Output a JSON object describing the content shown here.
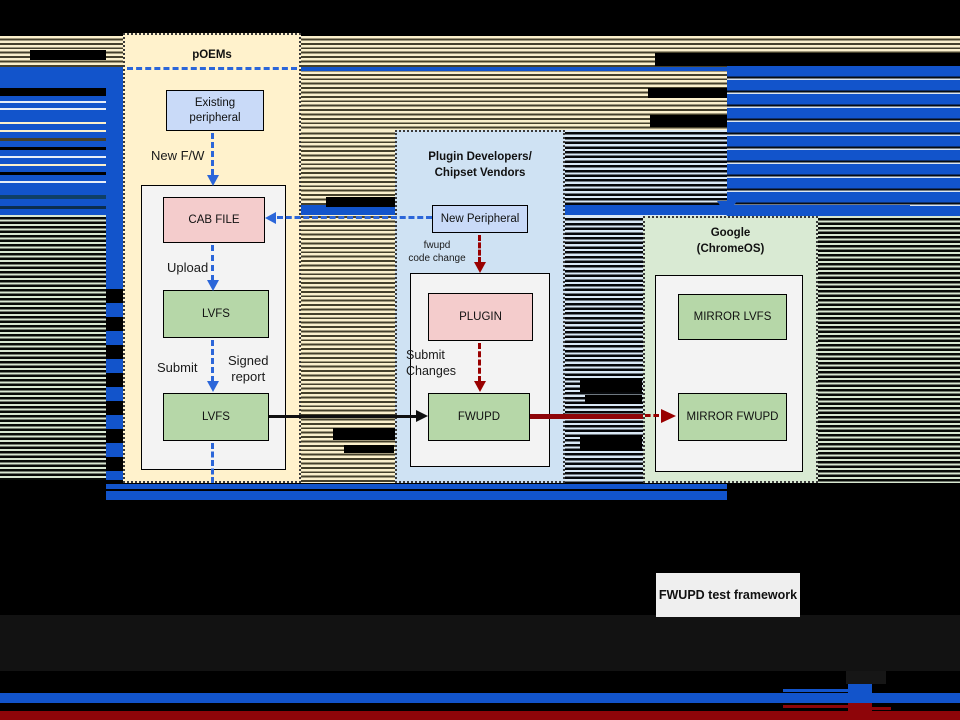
{
  "diagram": {
    "panels": {
      "poems": {
        "title": "pOEMs"
      },
      "plugins": {
        "title": "Plugin Developers/\nChipset Vendors"
      },
      "google": {
        "title": "Google\n(ChromeOS)"
      }
    },
    "nodes": {
      "existing_peripheral": "Existing\nperipheral",
      "cab_file": "CAB FILE",
      "lvfs_upper": "LVFS",
      "lvfs_lower": "LVFS",
      "new_peripheral": "New Peripheral",
      "plugin": "PLUGIN",
      "fwupd": "FWUPD",
      "mirror_lvfs": "MIRROR LVFS",
      "mirror_fwupd": "MIRROR FWUPD",
      "test_framework": "FWUPD test framework"
    },
    "edge_labels": {
      "new_fw": "New F/W",
      "upload": "Upload",
      "submit": "Submit",
      "signed_report": "Signed\nreport",
      "fwupd_code_change": "fwupd\ncode change",
      "submit_changes": "Submit\nChanges"
    }
  },
  "colors": {
    "accent_blue_band": "#1254cb",
    "dashed_arrow_blue": "#2b66d9",
    "dashed_arrow_red": "#990000",
    "bottom_band_red": "#8e0509",
    "panel_cream": "#fff2cc",
    "panel_light_blue": "#cfe2f3",
    "panel_light_green": "#d9ead3",
    "node_blue": "#c9daf8",
    "node_pink": "#f4cccc",
    "node_green": "#b6d7a8",
    "container_gray": "#f3f3f3",
    "framework_gray": "#efefef",
    "stripe_cream": "#fbf0cc",
    "stripe_light_blue": "#d9e8f5",
    "stripe_light_green": "#d8e7d1"
  }
}
